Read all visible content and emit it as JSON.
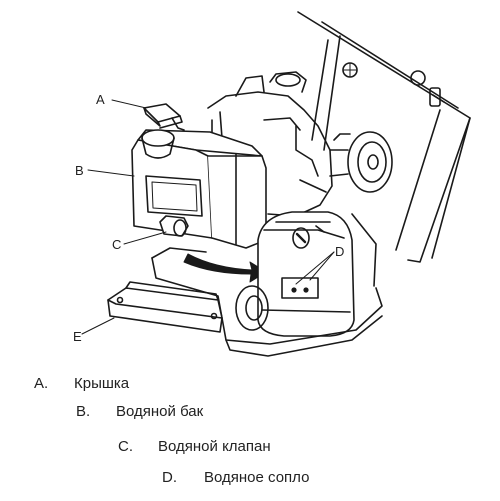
{
  "callouts": {
    "a": "A",
    "b": "B",
    "c": "C",
    "d": "D",
    "e": "E"
  },
  "legend": [
    {
      "letter": "A.",
      "text": "Крышка"
    },
    {
      "letter": "B.",
      "text": "Водяной бак"
    },
    {
      "letter": "C.",
      "text": "Водяной клапан"
    },
    {
      "letter": "D.",
      "text": "Водяное сопло"
    }
  ]
}
